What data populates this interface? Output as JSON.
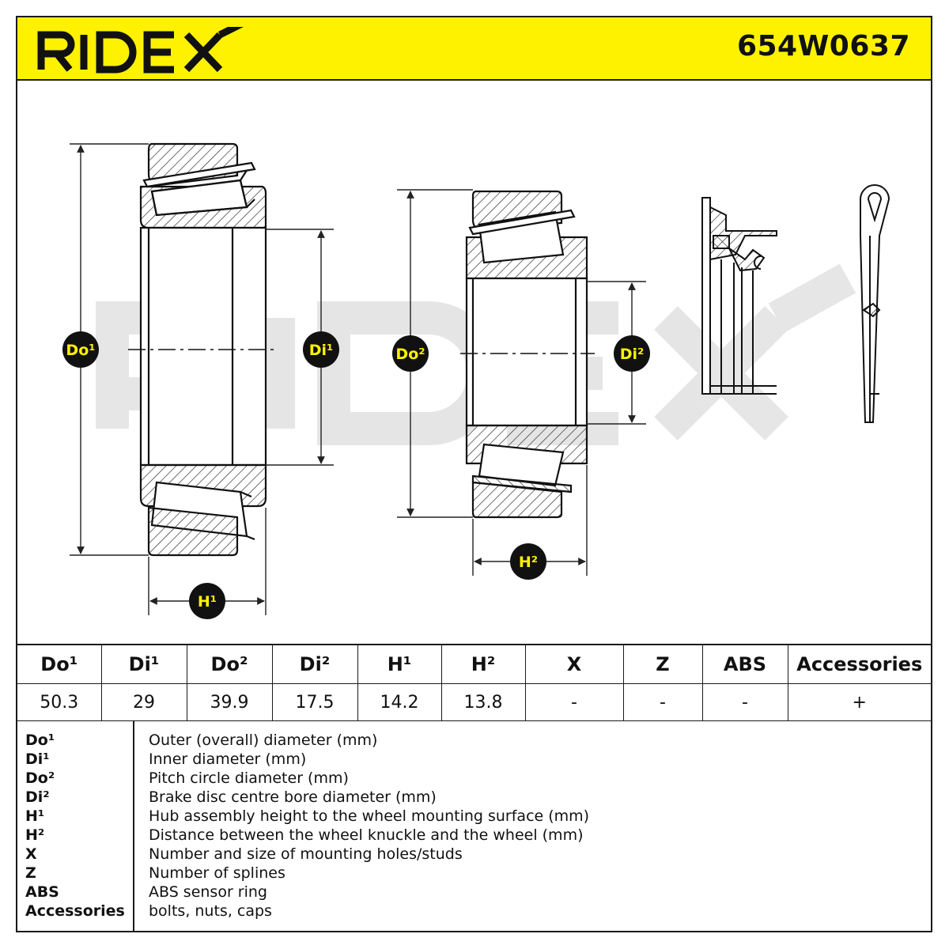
{
  "brand": {
    "logo_text": "RIDEX",
    "part_number": "654W0637",
    "header_color": "#fff200"
  },
  "drawing": {
    "labels": {
      "do1": "Do¹",
      "di1": "Di¹",
      "do2": "Do²",
      "di2": "Di²",
      "h1": "H¹",
      "h2": "H²"
    },
    "badge_fill": "#111111",
    "badge_text_color": "#fff200",
    "watermark": "RIDEX"
  },
  "table": {
    "headers": [
      "Do¹",
      "Di¹",
      "Do²",
      "Di²",
      "H¹",
      "H²",
      "X",
      "Z",
      "ABS",
      "Accessories"
    ],
    "values": [
      "50.3",
      "29",
      "39.9",
      "17.5",
      "14.2",
      "13.8",
      "-",
      "-",
      "-",
      "+"
    ]
  },
  "legend": [
    {
      "key": "Do¹",
      "desc": "Outer (overall) diameter (mm)"
    },
    {
      "key": "Di¹",
      "desc": "Inner diameter (mm)"
    },
    {
      "key": "Do²",
      "desc": "Pitch circle diameter (mm)"
    },
    {
      "key": "Di²",
      "desc": "Brake disc centre bore diameter (mm)"
    },
    {
      "key": "H¹",
      "desc": "Hub assembly height to the wheel mounting surface (mm)"
    },
    {
      "key": "H²",
      "desc": "Distance between the wheel knuckle and the wheel (mm)"
    },
    {
      "key": "X",
      "desc": "Number and size of mounting holes/studs"
    },
    {
      "key": "Z",
      "desc": "Number of splines"
    },
    {
      "key": "ABS",
      "desc": "ABS sensor ring"
    },
    {
      "key": "Accessories",
      "desc": "bolts, nuts, caps"
    }
  ]
}
